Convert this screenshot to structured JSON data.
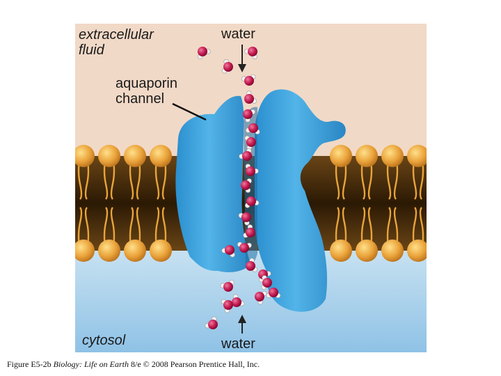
{
  "labels": {
    "extracellular_line1": "extracellular",
    "extracellular_line2": "fluid",
    "aquaporin_line1": "aquaporin",
    "aquaporin_line2": "channel",
    "water_top": "water",
    "cytosol": "cytosol",
    "water_bottom": "water"
  },
  "caption": {
    "figure": "Figure E5-2b",
    "book": "Biology: Life on Earth",
    "edition": "8/e",
    "copyright": "© 2008 Pearson Prentice Hall, Inc."
  },
  "colors": {
    "extracellular": "#f1d9c7",
    "cytosol": "#a8cfe8",
    "membrane_core": "#3b2408",
    "phospholipid_head": "#e9a53a",
    "protein": "#3fa2dc",
    "water_oxygen": "#c2184f",
    "water_hydrogen": "#f2f2f2"
  }
}
